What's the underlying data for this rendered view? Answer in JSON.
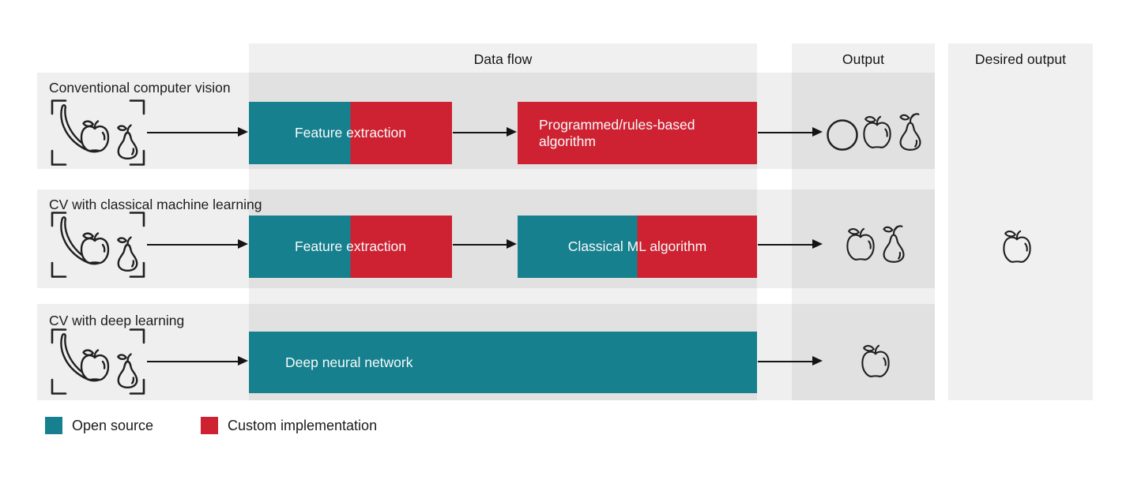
{
  "diagram": {
    "headers": {
      "data_flow": "Data flow",
      "output": "Output",
      "desired_output": "Desired output"
    },
    "rows": [
      {
        "label": "Conventional computer vision",
        "input_icons": [
          "scan-fruits"
        ],
        "stages": [
          {
            "label": "Feature extraction",
            "composition": "open-source + custom"
          },
          {
            "label": "Programmed/rules-based algorithm",
            "composition": "custom"
          }
        ],
        "output_icons": [
          "circle",
          "apple",
          "pear"
        ]
      },
      {
        "label": "CV with classical machine learning",
        "input_icons": [
          "scan-fruits"
        ],
        "stages": [
          {
            "label": "Feature extraction",
            "composition": "open-source + custom"
          },
          {
            "label": "Classical ML algorithm",
            "composition": "open-source + custom"
          }
        ],
        "output_icons": [
          "apple",
          "pear"
        ]
      },
      {
        "label": "CV with deep learning",
        "input_icons": [
          "scan-fruits"
        ],
        "stages": [
          {
            "label": "Deep neural network",
            "composition": "open-source"
          }
        ],
        "output_icons": [
          "apple"
        ]
      }
    ],
    "desired_output_icons": [
      "apple"
    ],
    "legend": {
      "items": [
        {
          "label": "Open source",
          "color": "#17808E"
        },
        {
          "label": "Custom implementation",
          "color": "#CE2232"
        }
      ]
    },
    "colors": {
      "open_source": "#17808E",
      "custom_implementation": "#CE2232",
      "column_background": "#F0F0F0"
    }
  }
}
